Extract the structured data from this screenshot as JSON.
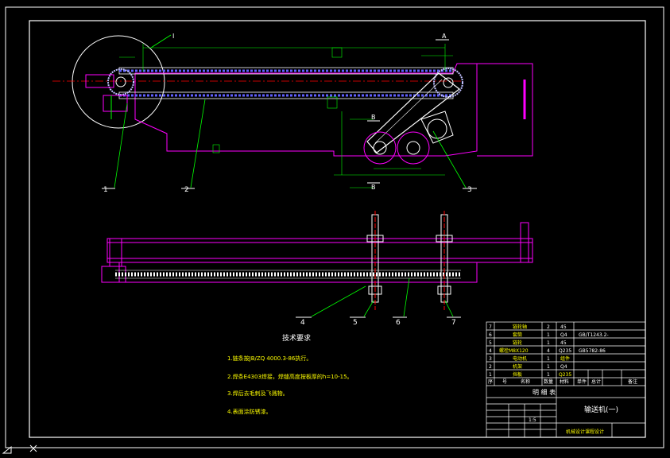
{
  "colors": {
    "background": "#000000",
    "frame": "#ffffff",
    "chain": "#ff00ff",
    "dimension": "#00ff00",
    "leader": "#00ff00",
    "notes": "#ffff00",
    "detail": "#c0c0ff",
    "centerline": "#ff0000",
    "section_mark": "#ffffff"
  },
  "labels": {
    "detail_I": "I",
    "section_A_top": "A",
    "section_B_upper": "B",
    "section_B_lower": "B",
    "balloon_1": "1",
    "balloon_2": "2",
    "balloon_3": "3",
    "balloon_4": "4",
    "balloon_5": "5",
    "balloon_6": "6",
    "balloon_7": "7"
  },
  "tech_requirements": {
    "title": "技术要求",
    "items": [
      "1.链条按JB/ZQ 4000.3-86执行。",
      "2.焊条E4303焊接，焊缝高度按板厚的h=10-15。",
      "3.焊后去毛刺及飞溅物。",
      "4.表面涂防锈漆。"
    ]
  },
  "bom": {
    "rows": [
      {
        "no": "7",
        "name": "链轮轴",
        "qty": "2",
        "material": "45",
        "std": "",
        "remark": "GB/T1243.2-"
      },
      {
        "no": "6",
        "name": "套筒",
        "qty": "1",
        "material": "Q4",
        "std": "",
        "remark": ""
      },
      {
        "no": "5",
        "name": "链轮",
        "qty": "1",
        "material": "45",
        "std": "",
        "remark": ""
      },
      {
        "no": "4",
        "name": "螺栓M8X120",
        "qty": "4",
        "material": "Q235",
        "std": "",
        "remark": "GB5782-86"
      },
      {
        "no": "3",
        "name": "电动机",
        "qty": "1",
        "material": "组件",
        "std": "",
        "remark": ""
      },
      {
        "no": "2",
        "name": "机架",
        "qty": "1",
        "material": "Q4",
        "std": "",
        "remark": ""
      },
      {
        "no": "1",
        "name": "挡板",
        "qty": "1",
        "material": "Q235",
        "std": "",
        "remark": ""
      }
    ],
    "header": {
      "no": "序",
      "code": "号",
      "name": "名称",
      "qty": "数量",
      "material": "材料",
      "single": "单件",
      "total": "总计",
      "remark": "备注"
    },
    "table_title": "明 细 表",
    "drawing_title": "输送机(一)",
    "scale_label": "1:5",
    "school": "机械设计课程设计"
  }
}
